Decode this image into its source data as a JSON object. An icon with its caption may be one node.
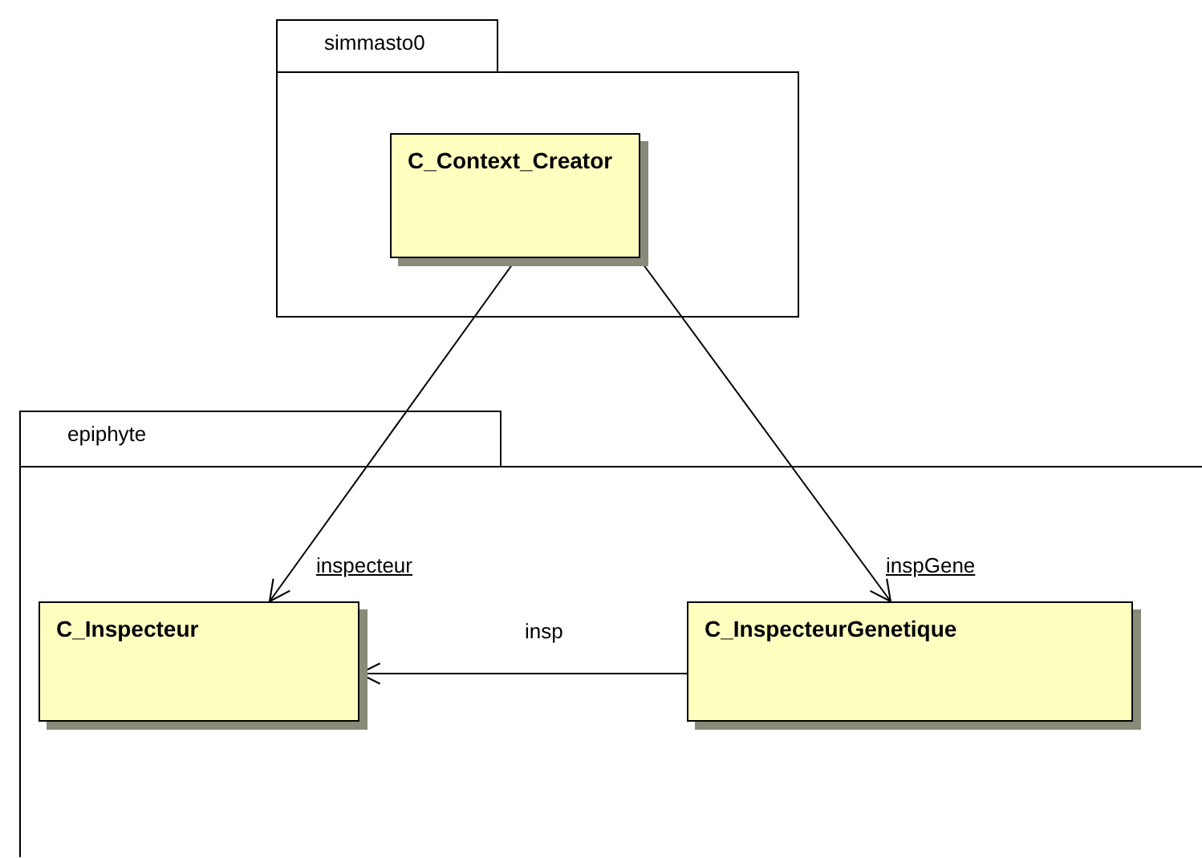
{
  "diagram": {
    "nodes": [
      {
        "text": [
          "simmasto0"
        ]
      },
      {
        "text": [
          "C_Context_Creator"
        ],
        "in": 0
      },
      {
        "text": [
          "epiphyte"
        ]
      },
      {
        "text": [
          "C_Inspecteur"
        ],
        "in": 2
      },
      {
        "text": [
          "C_InspecteurGenetique"
        ],
        "in": 2
      }
    ],
    "edges": [
      {
        "from": 1,
        "to": 3,
        "arrow": "to",
        "label": "inspecteur"
      },
      {
        "from": 1,
        "to": 4,
        "arrow": "to",
        "label": "inspGene"
      },
      {
        "from": 4,
        "to": 3,
        "arrow": "to",
        "label": "insp"
      }
    ]
  }
}
